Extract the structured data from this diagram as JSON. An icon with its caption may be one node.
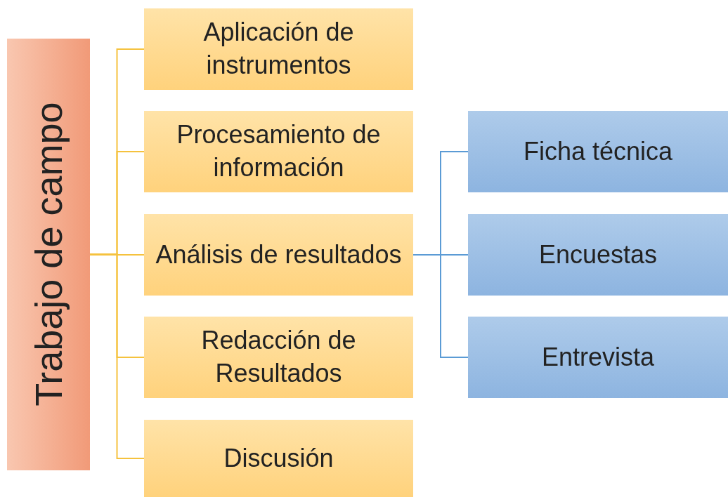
{
  "diagram": {
    "nodes": [
      {
        "text": [
          "Trabajo de campo"
        ]
      },
      {
        "text": [
          "Aplicación de instrumentos"
        ]
      },
      {
        "text": [
          "Procesamiento de información"
        ]
      },
      {
        "text": [
          "Análisis de resultados"
        ]
      },
      {
        "text": [
          "Redacción de Resultados"
        ]
      },
      {
        "text": [
          "Discusión"
        ]
      },
      {
        "text": [
          "Ficha técnica"
        ]
      },
      {
        "text": [
          "Encuestas"
        ]
      },
      {
        "text": [
          "Entrevista"
        ]
      }
    ],
    "edges": [
      {
        "from": 0,
        "to": 1,
        "arrow": "none"
      },
      {
        "from": 0,
        "to": 2,
        "arrow": "none"
      },
      {
        "from": 0,
        "to": 3,
        "arrow": "none"
      },
      {
        "from": 0,
        "to": 4,
        "arrow": "none"
      },
      {
        "from": 0,
        "to": 5,
        "arrow": "none"
      },
      {
        "from": 3,
        "to": 6,
        "arrow": "none",
        "color": "#5b9bd5"
      },
      {
        "from": 3,
        "to": 7,
        "arrow": "none",
        "color": "#5b9bd5"
      },
      {
        "from": 3,
        "to": 8,
        "arrow": "none",
        "color": "#5b9bd5"
      }
    ]
  }
}
